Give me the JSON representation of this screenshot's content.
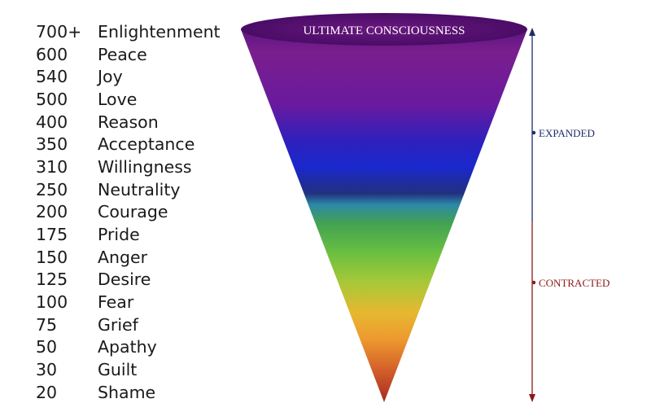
{
  "levels": [
    {
      "value": "700+",
      "label": "Enlightenment"
    },
    {
      "value": "600",
      "label": "Peace"
    },
    {
      "value": "540",
      "label": "Joy"
    },
    {
      "value": "500",
      "label": "Love"
    },
    {
      "value": "400",
      "label": "Reason"
    },
    {
      "value": "350",
      "label": "Acceptance"
    },
    {
      "value": "310",
      "label": "Willingness"
    },
    {
      "value": "250",
      "label": "Neutrality"
    },
    {
      "value": "200",
      "label": "Courage"
    },
    {
      "value": "175",
      "label": "Pride"
    },
    {
      "value": "150",
      "label": "Anger"
    },
    {
      "value": "125",
      "label": "Desire"
    },
    {
      "value": "100",
      "label": "Fear"
    },
    {
      "value": "75",
      "label": "Grief"
    },
    {
      "value": "50",
      "label": "Apathy"
    },
    {
      "value": "30",
      "label": "Guilt"
    },
    {
      "value": "20",
      "label": "Shame"
    }
  ],
  "cone": {
    "title": "ULTIMATE CONSCIOUSNESS"
  },
  "scale": {
    "expanded_label": "EXPANDED",
    "contracted_label": "CONTRACTED",
    "expanded_color": "#1e2b6e",
    "contracted_color": "#8b1a1a"
  }
}
